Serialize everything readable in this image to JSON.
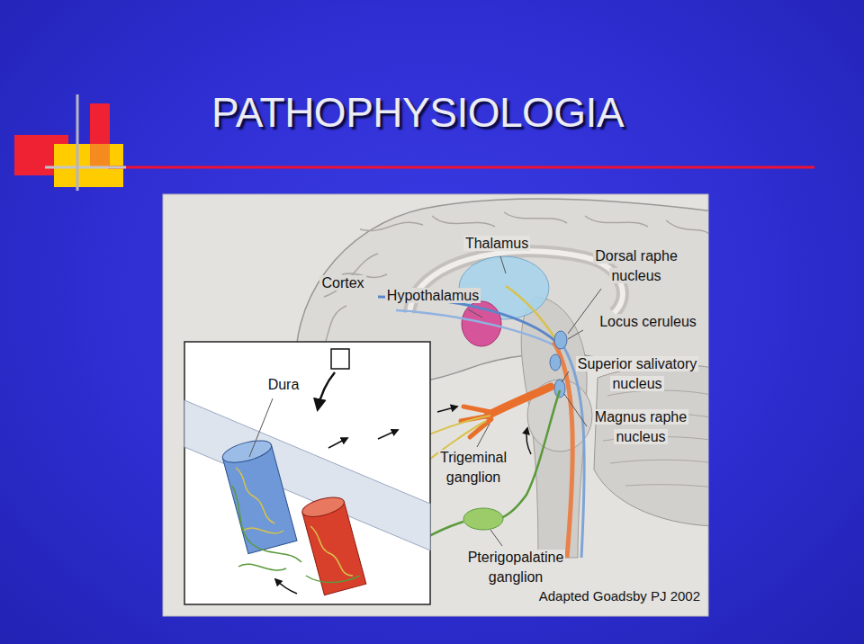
{
  "diagram": {
    "title": "PATHOPHYSIOLOGIA",
    "caption": "Adapted Goadsby PJ 2002",
    "labels": [
      "Thalamus",
      "Cortex",
      "Hypothalamus",
      "Dorsal raphe nucleus",
      "Locus ceruleus",
      "Dura",
      "Superior salivatory nucleus",
      "Magnus raphe nucleus",
      "Trigeminal ganglion",
      "Pterigopalatine ganglion"
    ]
  }
}
